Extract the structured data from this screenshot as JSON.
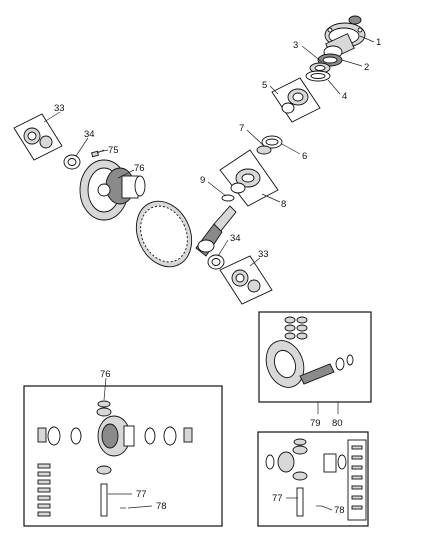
{
  "callouts": {
    "c1": "1",
    "c2": "2",
    "c3": "3",
    "c4": "4",
    "c5": "5",
    "c6": "6",
    "c7": "7",
    "c8": "8",
    "c9": "9",
    "c33a": "33",
    "c33b": "33",
    "c34a": "34",
    "c34b": "34",
    "c75": "75",
    "c76a": "76",
    "c76b": "76",
    "c77a": "77",
    "c77b": "77",
    "c78a": "78",
    "c78b": "78",
    "c79": "79",
    "c80": "80"
  }
}
